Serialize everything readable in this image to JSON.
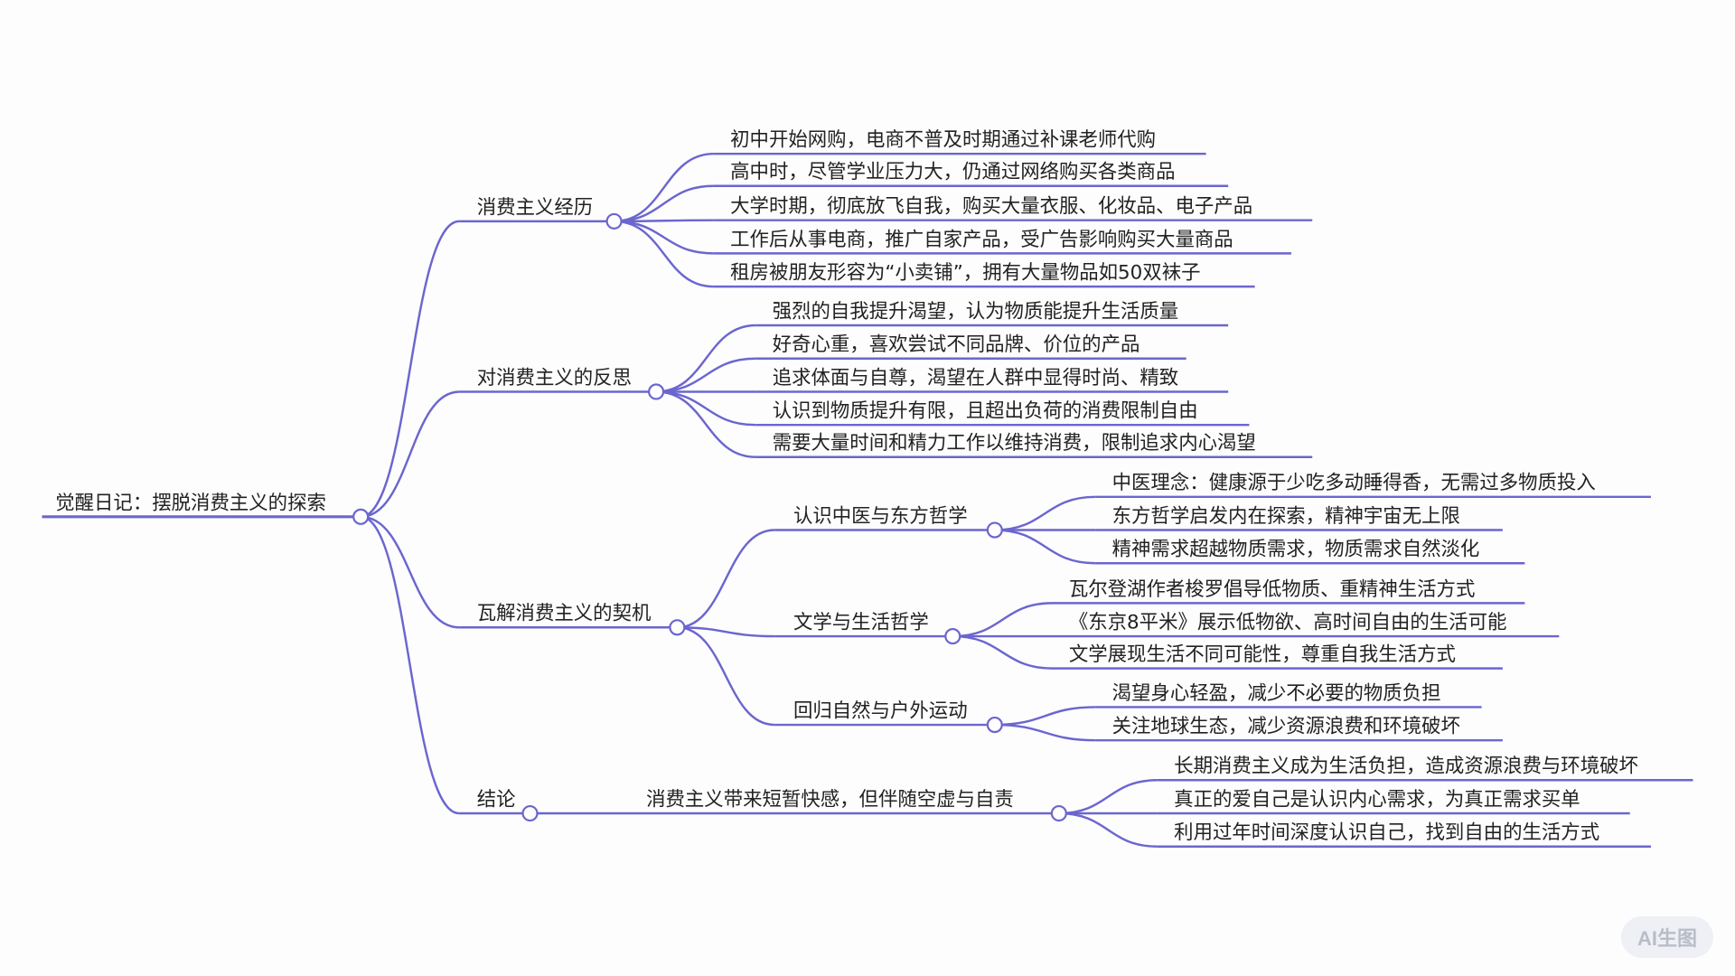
{
  "colors": {
    "line": "#6b66cf",
    "node_fill": "#ffffff",
    "text": "#222222"
  },
  "root": {
    "label": "觉醒日记：摆脱消费主义的探索",
    "children": [
      {
        "label": "消费主义经历",
        "children": [
          {
            "label": "初中开始网购，电商不普及时期通过补课老师代购"
          },
          {
            "label": "高中时，尽管学业压力大，仍通过网络购买各类商品"
          },
          {
            "label": "大学时期，彻底放飞自我，购买大量衣服、化妆品、电子产品"
          },
          {
            "label": "工作后从事电商，推广自家产品，受广告影响购买大量商品"
          },
          {
            "label": "租房被朋友形容为“小卖铺”，拥有大量物品如50双袜子"
          }
        ]
      },
      {
        "label": "对消费主义的反思",
        "children": [
          {
            "label": "强烈的自我提升渴望，认为物质能提升生活质量"
          },
          {
            "label": "好奇心重，喜欢尝试不同品牌、价位的产品"
          },
          {
            "label": "追求体面与自尊，渴望在人群中显得时尚、精致"
          },
          {
            "label": "认识到物质提升有限，且超出负荷的消费限制自由"
          },
          {
            "label": "需要大量时间和精力工作以维持消费，限制追求内心渴望"
          }
        ]
      },
      {
        "label": "瓦解消费主义的契机",
        "children": [
          {
            "label": "认识中医与东方哲学",
            "children": [
              {
                "label": "中医理念：健康源于少吃多动睡得香，无需过多物质投入"
              },
              {
                "label": "东方哲学启发内在探索，精神宇宙无上限"
              },
              {
                "label": "精神需求超越物质需求，物质需求自然淡化"
              }
            ]
          },
          {
            "label": "文学与生活哲学",
            "children": [
              {
                "label": "瓦尔登湖作者梭罗倡导低物质、重精神生活方式"
              },
              {
                "label": "《东京8平米》展示低物欲、高时间自由的生活可能"
              },
              {
                "label": "文学展现生活不同可能性，尊重自我生活方式"
              }
            ]
          },
          {
            "label": "回归自然与户外运动",
            "children": [
              {
                "label": "渴望身心轻盈，减少不必要的物质负担"
              },
              {
                "label": "关注地球生态，减少资源浪费和环境破坏"
              }
            ]
          }
        ]
      },
      {
        "label": "结论",
        "children": [
          {
            "label": "消费主义带来短暂快感，但伴随空虚与自责",
            "children": [
              {
                "label": "长期消费主义成为生活负担，造成资源浪费与环境破坏"
              },
              {
                "label": "真正的爱自己是认识内心需求，为真正需求买单"
              },
              {
                "label": "利用过年时间深度认识自己，找到自由的生活方式"
              }
            ]
          }
        ]
      }
    ]
  },
  "badge": {
    "label": "AI生图"
  }
}
